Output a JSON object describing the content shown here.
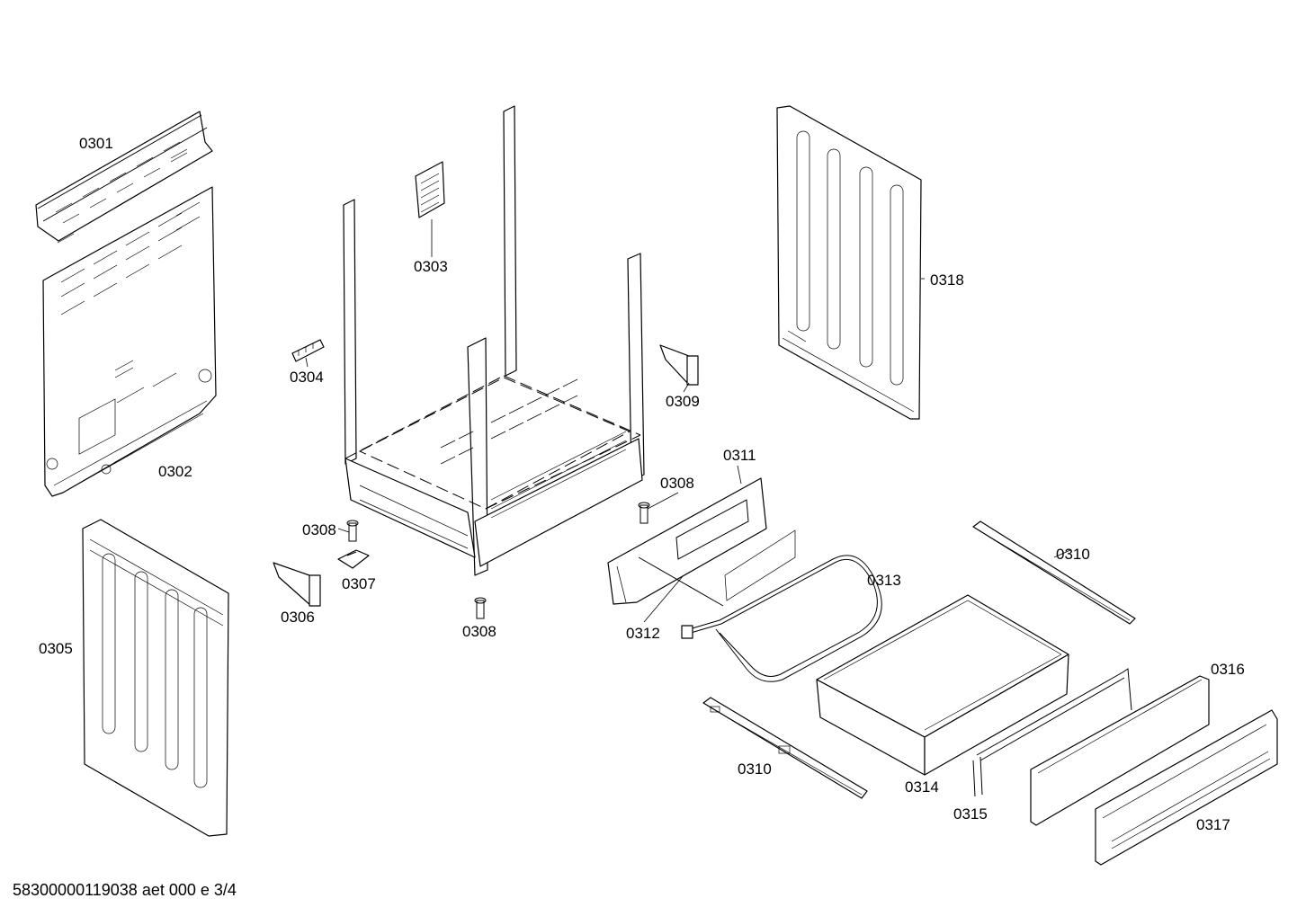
{
  "footer": {
    "text": "58300000119038 aet 000 e 3/4"
  },
  "parts": [
    {
      "id": "0301",
      "label": "0301"
    },
    {
      "id": "0302",
      "label": "0302"
    },
    {
      "id": "0303",
      "label": "0303"
    },
    {
      "id": "0304",
      "label": "0304"
    },
    {
      "id": "0305",
      "label": "0305"
    },
    {
      "id": "0306",
      "label": "0306"
    },
    {
      "id": "0307",
      "label": "0307"
    },
    {
      "id": "0308a",
      "label": "0308"
    },
    {
      "id": "0308b",
      "label": "0308"
    },
    {
      "id": "0308c",
      "label": "0308"
    },
    {
      "id": "0309",
      "label": "0309"
    },
    {
      "id": "0310a",
      "label": "0310"
    },
    {
      "id": "0310b",
      "label": "0310"
    },
    {
      "id": "0311",
      "label": "0311"
    },
    {
      "id": "0312",
      "label": "0312"
    },
    {
      "id": "0313",
      "label": "0313"
    },
    {
      "id": "0314",
      "label": "0314"
    },
    {
      "id": "0315",
      "label": "0315"
    },
    {
      "id": "0316",
      "label": "0316"
    },
    {
      "id": "0317",
      "label": "0317"
    },
    {
      "id": "0318",
      "label": "0318"
    }
  ]
}
